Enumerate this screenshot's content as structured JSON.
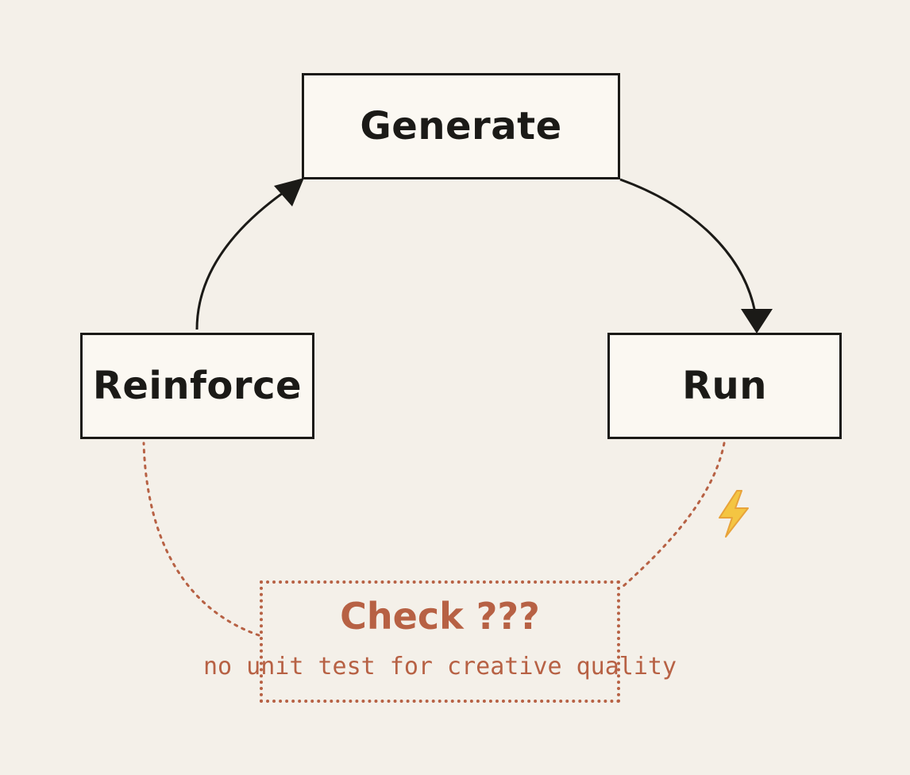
{
  "nodes": {
    "generate": "Generate",
    "reinforce": "Reinforce",
    "run": "Run"
  },
  "check": {
    "title": "Check ???",
    "subtitle": "no unit test for creative quality"
  },
  "icons": {
    "warning": "lightning-bolt-icon"
  },
  "colors": {
    "background": "#f4f0e9",
    "node_fill": "#fbf8f2",
    "ink": "#1b1a17",
    "accent": "#b76144",
    "bolt": "#f4c542"
  }
}
